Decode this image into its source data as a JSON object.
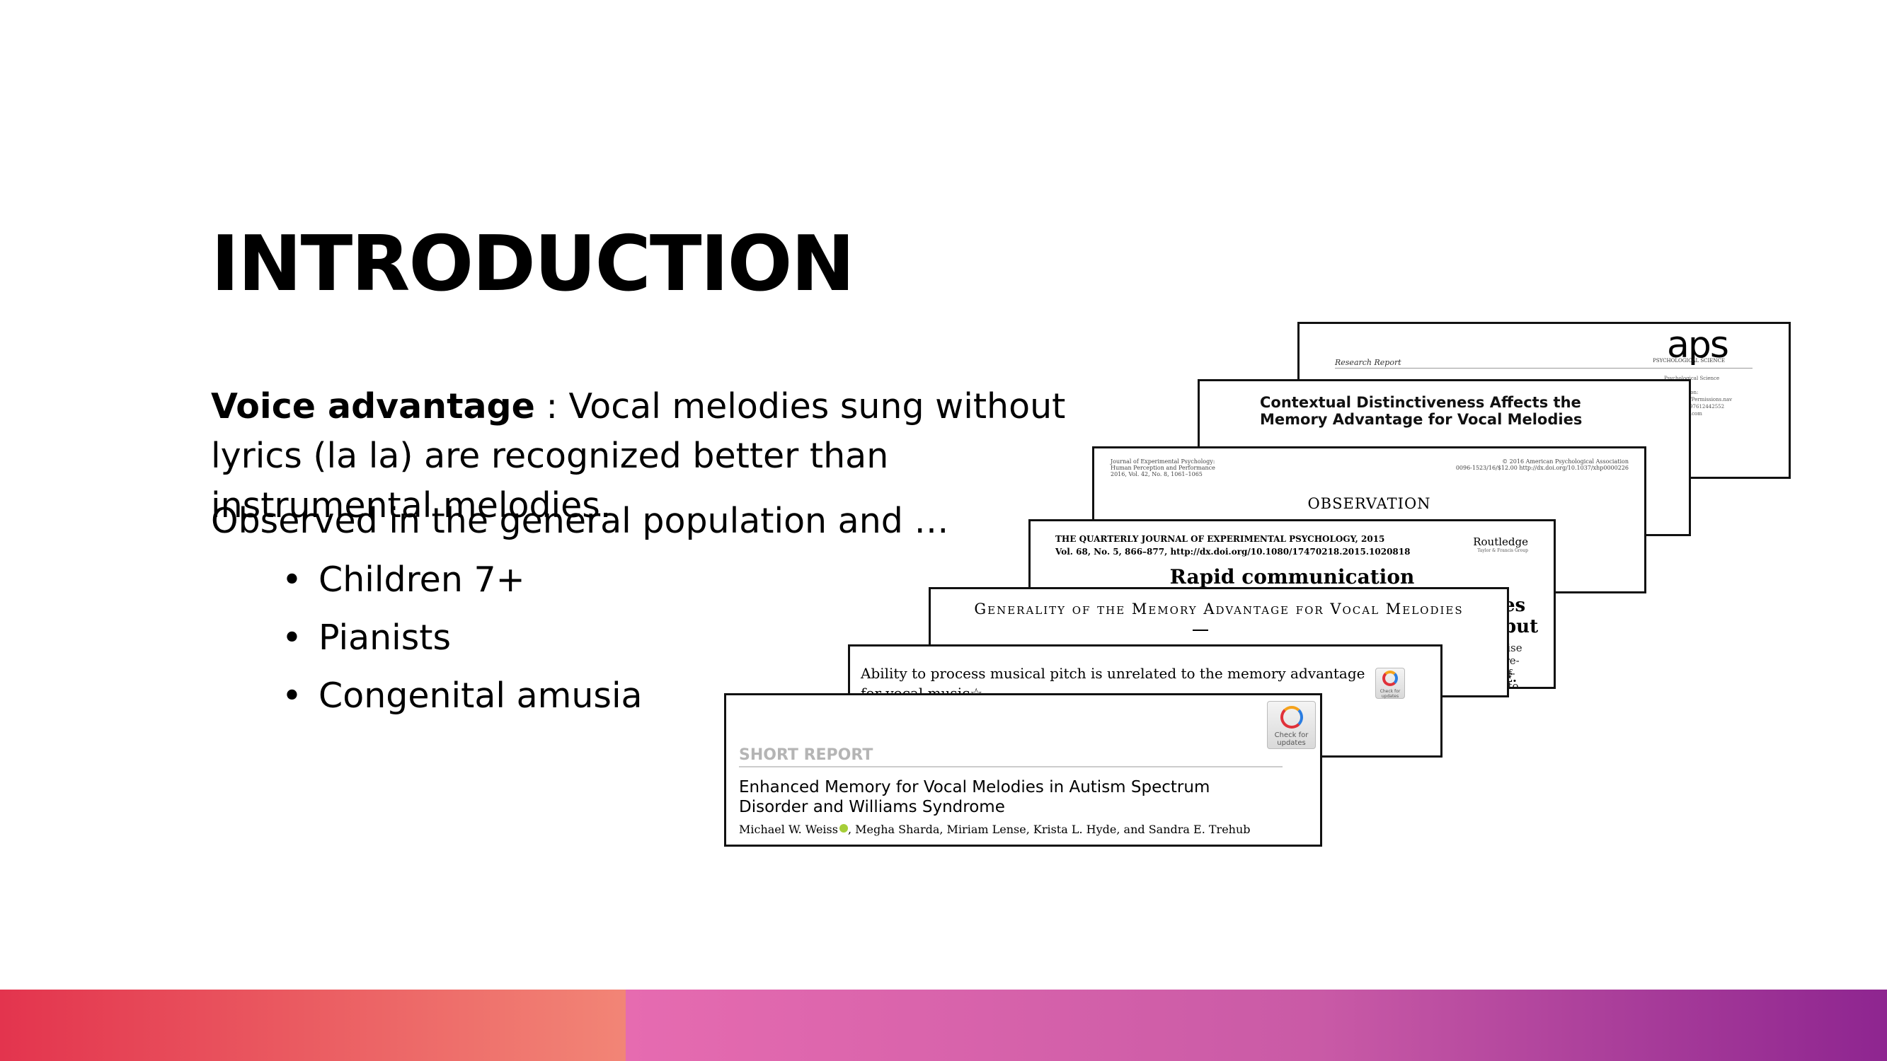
{
  "slide": {
    "title": "INTRODUCTION",
    "lead_term": "Voice advantage",
    "lead_text": " : Vocal melodies sung without lyrics (la la) are recognized better than instrumental melodies.",
    "observed": "Observed in the general population and …",
    "bullets": [
      "Children 7+",
      "Pianists",
      "Congenital amusia"
    ]
  },
  "papers": {
    "aps": {
      "label": "Research Report",
      "logo": "aps",
      "logo_sub": "PSYCHOLOGICAL SCIENCE",
      "side_text": "Psychological Science\nxxxx 2012\n…permission:\n…Journals/Permissions.nav\n…7/0956797612442552\n…sagepub.com"
    },
    "contextual": {
      "title": "Contextual Distinctiveness Affects the Memory Advantage for Vocal Melodies"
    },
    "observation": {
      "journal_left": "Journal of Experimental Psychology:\nHuman Perception and Performance\n2016, Vol. 42, No. 8, 1061–1065",
      "journal_right": "© 2016 American Psychological Association\n0096-1523/16/$12.00   http://dx.doi.org/10.1037/xhp0000226",
      "heading": "OBSERVATION"
    },
    "quarterly": {
      "journal": "THE QUARTERLY JOURNAL OF EXPERIMENTAL PSYCHOLOGY, 2015",
      "volume": "Vol. 68, No. 5, 866–877, http://dx.doi.org/10.1080/17470218.2015.1020818",
      "publisher": "Routledge",
      "publisher_sub": "Taylor & Francis Group",
      "type": "Rapid communication",
      "fragment_title": "es but",
      "fragment_body": "rtise\npre-\nnif-\nn to",
      "fragment_author": "E. Trehub¹"
    },
    "generality": {
      "title": "Generality of the Memory Advantage for Vocal Melodies"
    },
    "pitch": {
      "title": "Ability to process musical pitch is unrelated to the memory advantage for vocal music☆",
      "badge": "Check for updates"
    },
    "short_report": {
      "badge": "Check for updates",
      "label": "SHORT REPORT",
      "title": "Enhanced Memory for Vocal Melodies in Autism Spectrum Disorder and Williams Syndrome",
      "authors": "Michael W. Weiss",
      "authors_rest": ", Megha Sharda, Miriam Lense, Krista L. Hyde, and  Sandra E. Trehub"
    }
  },
  "colors": {
    "bar_left_start": "#e3344e",
    "bar_left_end": "#f28576",
    "bar_right_start": "#e66bb0",
    "bar_right_end": "#8e2590"
  }
}
